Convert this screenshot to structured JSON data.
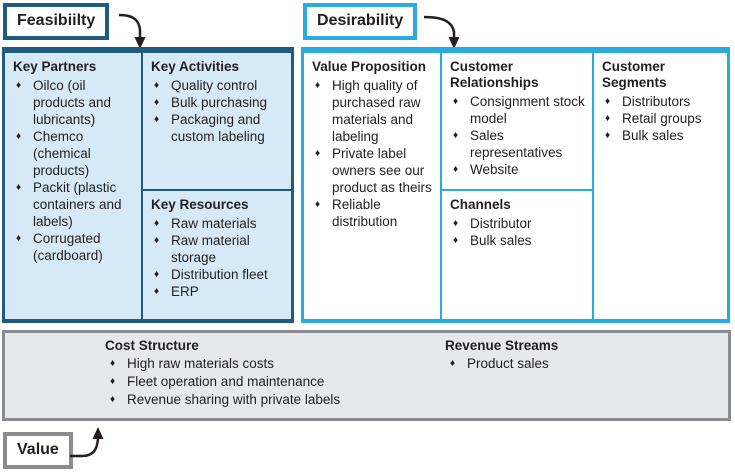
{
  "feasibility": {
    "label": "Feasibiilty",
    "key_partners": {
      "title": "Key Partners",
      "items": [
        "Oilco (oil products and lubricants)",
        "Chemco (chemical products)",
        "Packit (plastic containers and labels)",
        "Corrugated (cardboard)"
      ]
    },
    "key_activities": {
      "title": "Key Activities",
      "items": [
        "Quality control",
        "Bulk purchasing",
        "Packaging and custom labeling"
      ]
    },
    "key_resources": {
      "title": "Key Resources",
      "items": [
        "Raw materials",
        "Raw material storage",
        "Distribution fleet",
        "ERP"
      ]
    }
  },
  "desirability": {
    "label": "Desirability",
    "value_proposition": {
      "title": "Value Proposition",
      "items": [
        "High quality of purchased raw materials and labeling",
        "Private label owners see our product as theirs",
        "Reliable distribution"
      ]
    },
    "customer_relationships": {
      "title": "Customer Relationships",
      "items": [
        "Consignment stock model",
        "Sales representatives",
        "Website"
      ]
    },
    "channels": {
      "title": "Channels",
      "items": [
        "Distributor",
        "Bulk sales"
      ]
    },
    "customer_segments": {
      "title": "Customer Segments",
      "items": [
        "Distributors",
        "Retail groups",
        "Bulk sales"
      ]
    }
  },
  "viability": {
    "label": "Value",
    "cost_structure": {
      "title": "Cost Structure",
      "items": [
        "High raw materials costs",
        "Fleet operation and maintenance",
        "Revenue sharing with private labels"
      ]
    },
    "revenue_streams": {
      "title": "Revenue Streams",
      "items": [
        "Product sales"
      ]
    }
  },
  "bullet_icon": "♦",
  "colors": {
    "feasibility_border": "#1d5c7e",
    "feasibility_fill": "#d6e9f6",
    "desirability_border": "#29abe2",
    "desirability_fill": "#ffffff",
    "value_border": "#8a8c8f",
    "value_fill": "#e7e8e9",
    "text": "#231f20"
  }
}
